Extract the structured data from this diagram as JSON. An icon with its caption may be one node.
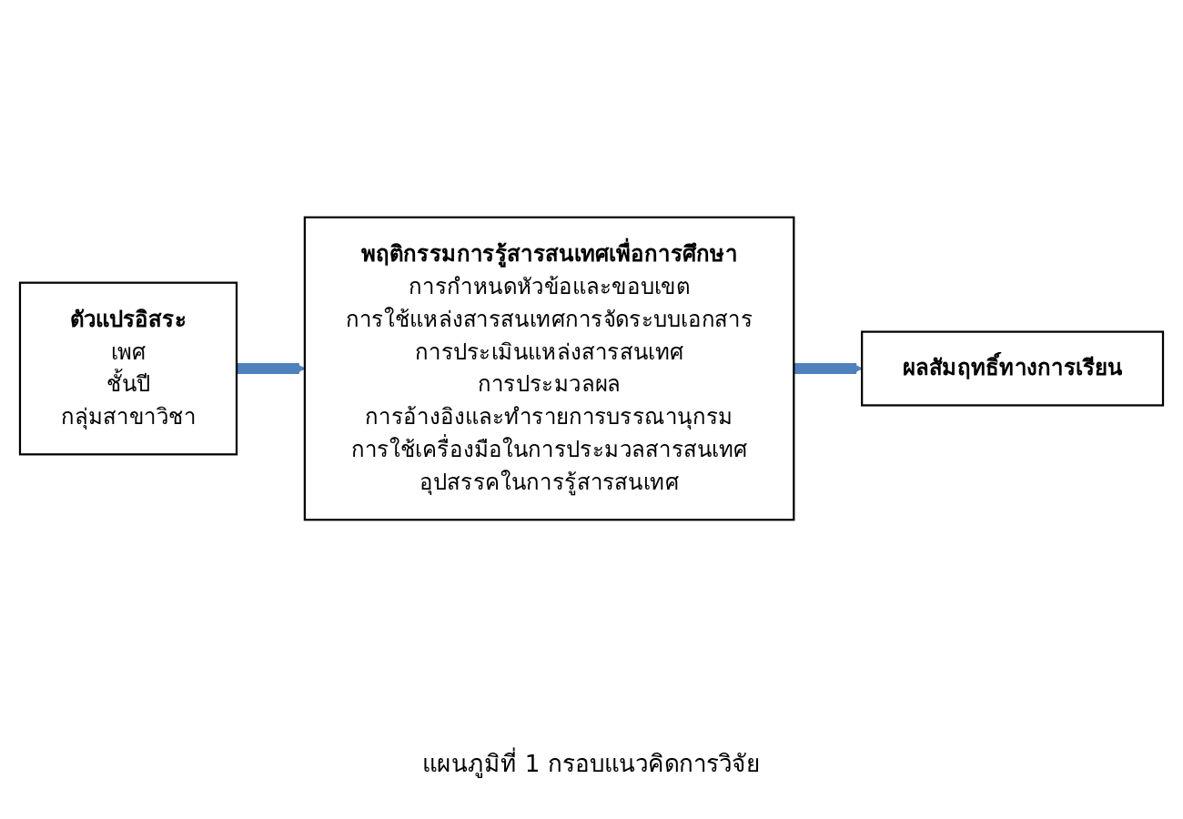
{
  "diagram": {
    "caption": "แผนภูมิที่ 1 กรอบแนวคิดการวิจัย",
    "nodes": [
      {
        "text": [
          "ตัวแปรอิสระ",
          "เพศ",
          "ชั้นปี",
          "กลุ่มสาขาวิชา"
        ]
      },
      {
        "text": [
          "พฤติกรรมการรู้สารสนเทศเพื่อการศึกษา",
          "การกำหนดหัวข้อและขอบเขต",
          "การใช้แหล่งสารสนเทศการจัดระบบเอกสาร",
          "การประเมินแหล่งสารสนเทศ",
          "การประมวลผล",
          "การอ้างอิงและทำรายการบรรณานุกรม",
          "การใช้เครื่องมือในการประมวลสารสนเทศ",
          "อุปสรรคในการรู้สารสนเทศ"
        ]
      },
      {
        "text": [
          "ผลสัมฤทธิ์ทางการเรียน"
        ]
      }
    ],
    "edges": [
      {
        "from": 0,
        "to": 1,
        "arrow": "to"
      },
      {
        "from": 1,
        "to": 2,
        "arrow": "to"
      }
    ]
  }
}
